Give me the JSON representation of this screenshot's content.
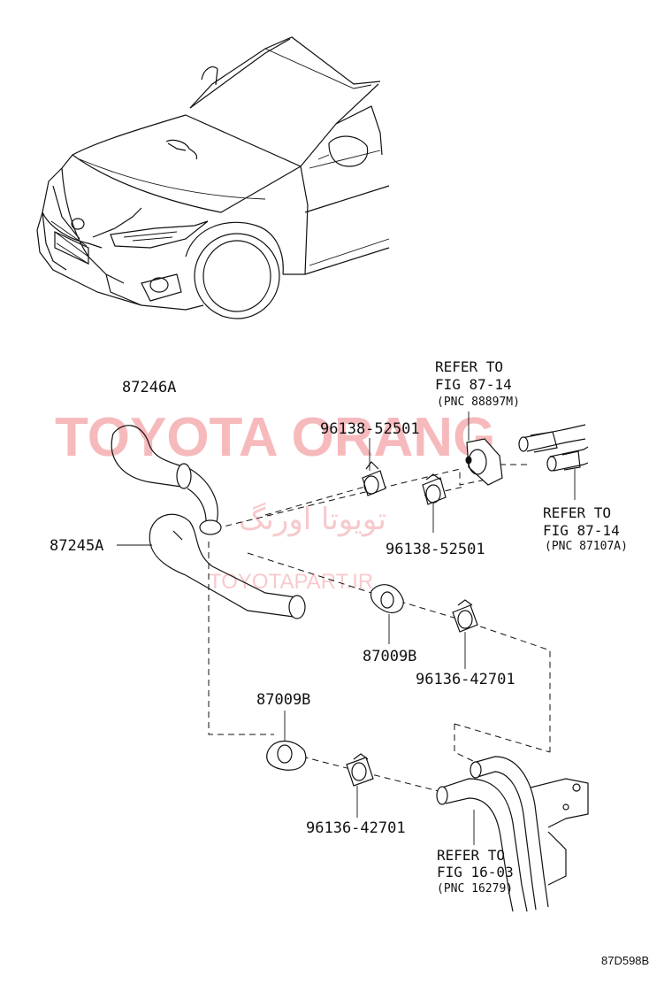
{
  "parts": {
    "hose_upper": "87246A",
    "hose_lower": "87245A",
    "clamp_upper": "96138-52501",
    "clamp_upper_2": "96138-52501",
    "clip_lower_1": "87009B",
    "clamp_lower_1": "96136-42701",
    "clip_lower_2": "87009B",
    "clamp_lower_2": "96136-42701"
  },
  "references": {
    "ref1": {
      "line1": "REFER TO",
      "line2": "FIG 87-14",
      "line3": "(PNC 88897M)"
    },
    "ref2": {
      "line1": "REFER TO",
      "line2": "FIG 87-14",
      "line3": "(PNC 87107A)"
    },
    "ref3": {
      "line1": "REFER TO",
      "line2": "FIG 16-03",
      "line3": "(PNC 16279)"
    }
  },
  "watermark": {
    "brand": "TOYOTA ORANG",
    "persian": "تویوتا اورنگ",
    "site": "TOYOTAPART.IR"
  },
  "figure_code": "87D598B",
  "colors": {
    "watermark": "#f4a3a8",
    "ink": "#111111"
  }
}
